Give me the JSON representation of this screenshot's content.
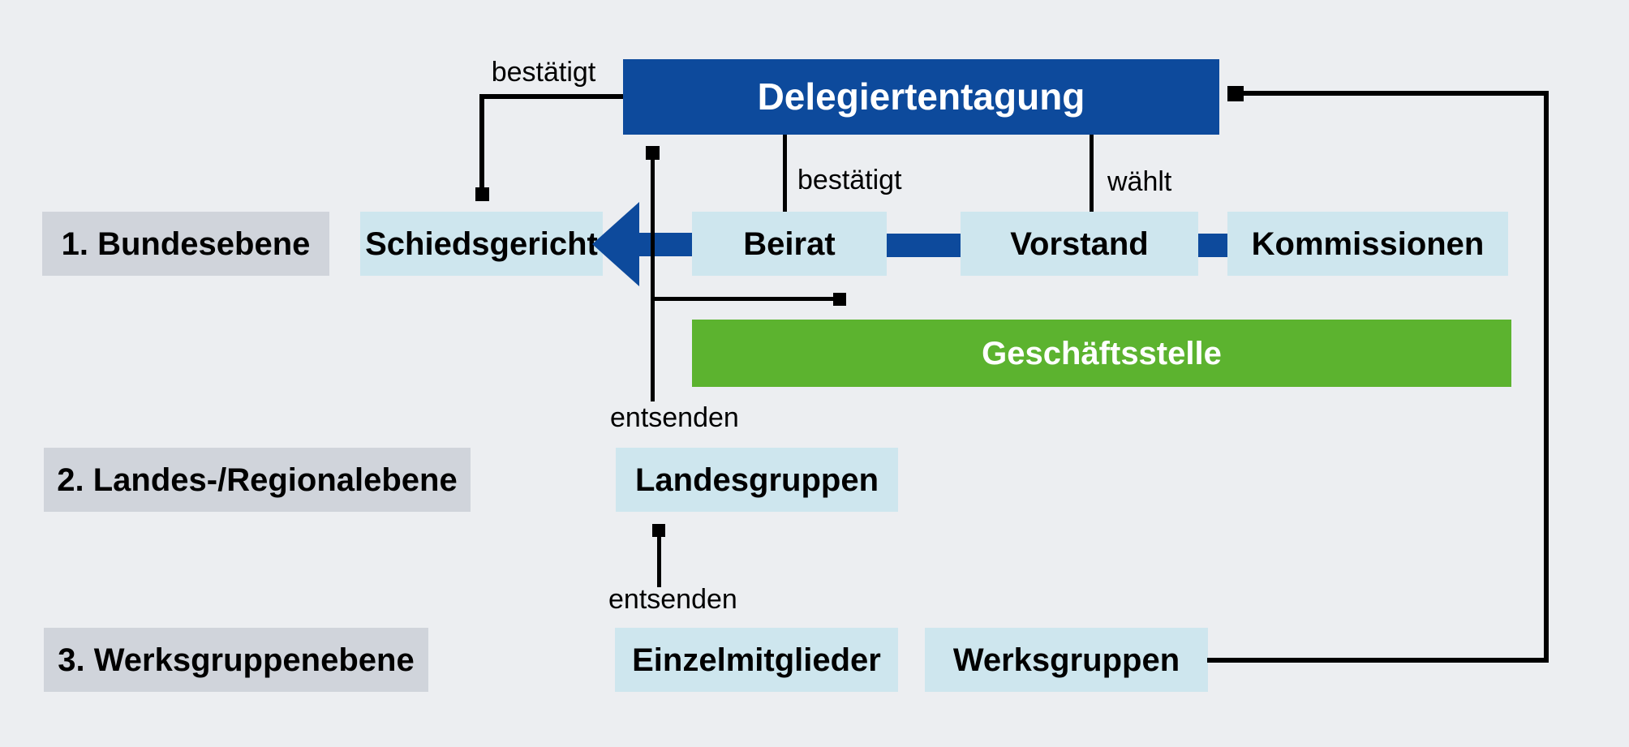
{
  "diagram_title": "Delegiertentagung organisational structure",
  "colors": {
    "background": "#eceef1",
    "dark_blue": "#0d4a9c",
    "light_blue": "#cee6ee",
    "level_gray": "#d0d4db",
    "green": "#5cb32f",
    "connector_black": "#000000",
    "text_on_dark": "#ffffff",
    "text_default": "#000000"
  },
  "nodes": {
    "delegiertentagung": "Delegiertentagung",
    "schiedsgericht": "Schiedsgericht",
    "beirat": "Beirat",
    "vorstand": "Vorstand",
    "kommissionen": "Kommissionen",
    "geschaeftsstelle": "Geschäftsstelle",
    "landesgruppen": "Landesgruppen",
    "einzelmitglieder": "Einzelmitglieder",
    "werksgruppen": "Werksgruppen"
  },
  "levels": {
    "level1": "1. Bundesebene",
    "level2": "2. Landes-/Regionalebene",
    "level3": "3. Werksgruppenebene"
  },
  "edge_labels": {
    "bestaetigt_top": "bestätigt",
    "bestaetigt_mid": "bestätigt",
    "waehlt": "wählt",
    "entsenden_1": "entsenden",
    "entsenden_2": "entsenden"
  }
}
